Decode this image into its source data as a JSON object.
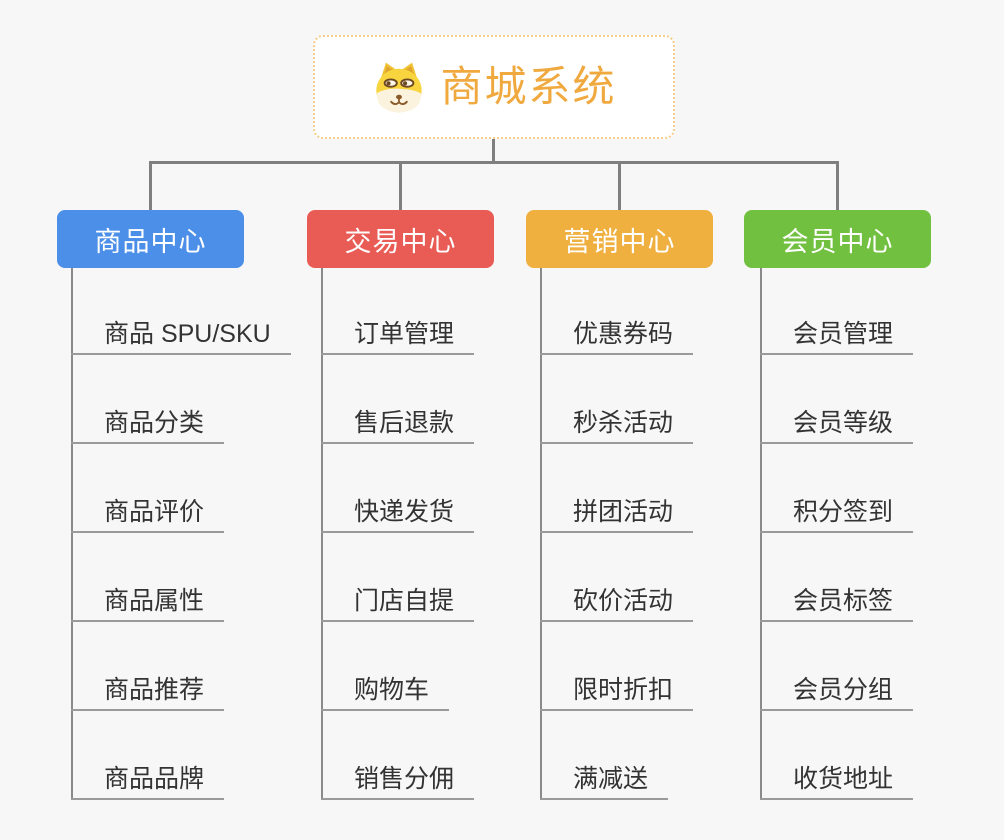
{
  "page": {
    "background": "#F7F7F7",
    "connector_color": "#7F7F7F"
  },
  "root": {
    "title": "商城系统",
    "icon": "doge-icon",
    "text_color": "#F0A93F",
    "border_color": "#F4CE8A",
    "background": "#FFFFFF"
  },
  "branches": [
    {
      "label": "商品中心",
      "color": "#4B8FE8",
      "children": [
        "商品 SPU/SKU",
        "商品分类",
        "商品评价",
        "商品属性",
        "商品推荐",
        "商品品牌"
      ]
    },
    {
      "label": "交易中心",
      "color": "#E85C55",
      "children": [
        "订单管理",
        "售后退款",
        "快递发货",
        "门店自提",
        "购物车",
        "销售分佣"
      ]
    },
    {
      "label": "营销中心",
      "color": "#EFB040",
      "children": [
        "优惠券码",
        "秒杀活动",
        "拼团活动",
        "砍价活动",
        "限时折扣",
        "满减送"
      ]
    },
    {
      "label": "会员中心",
      "color": "#72C040",
      "children": [
        "会员管理",
        "会员等级",
        "积分签到",
        "会员标签",
        "会员分组",
        "收货地址"
      ]
    }
  ]
}
